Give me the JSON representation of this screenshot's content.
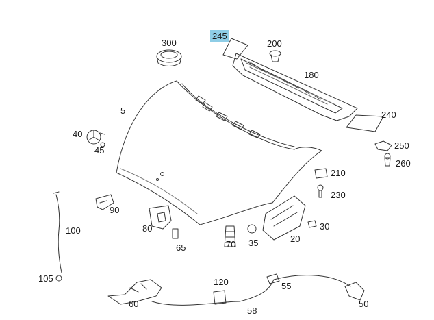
{
  "callouts": {
    "c300": "300",
    "c245": "245",
    "c200": "200",
    "c180": "180",
    "c5": "5",
    "c240": "240",
    "c40": "40",
    "c45": "45",
    "c250": "250",
    "c260": "260",
    "c210": "210",
    "c230": "230",
    "c90": "90",
    "c100": "100",
    "c80": "80",
    "c30": "30",
    "c70": "70",
    "c35": "35",
    "c20": "20",
    "c65": "65",
    "c120": "120",
    "c55": "55",
    "c105": "105",
    "c60": "60",
    "c50": "50",
    "c58": "58"
  },
  "highlight": {
    "part": "245",
    "color": "#8ecde6"
  }
}
